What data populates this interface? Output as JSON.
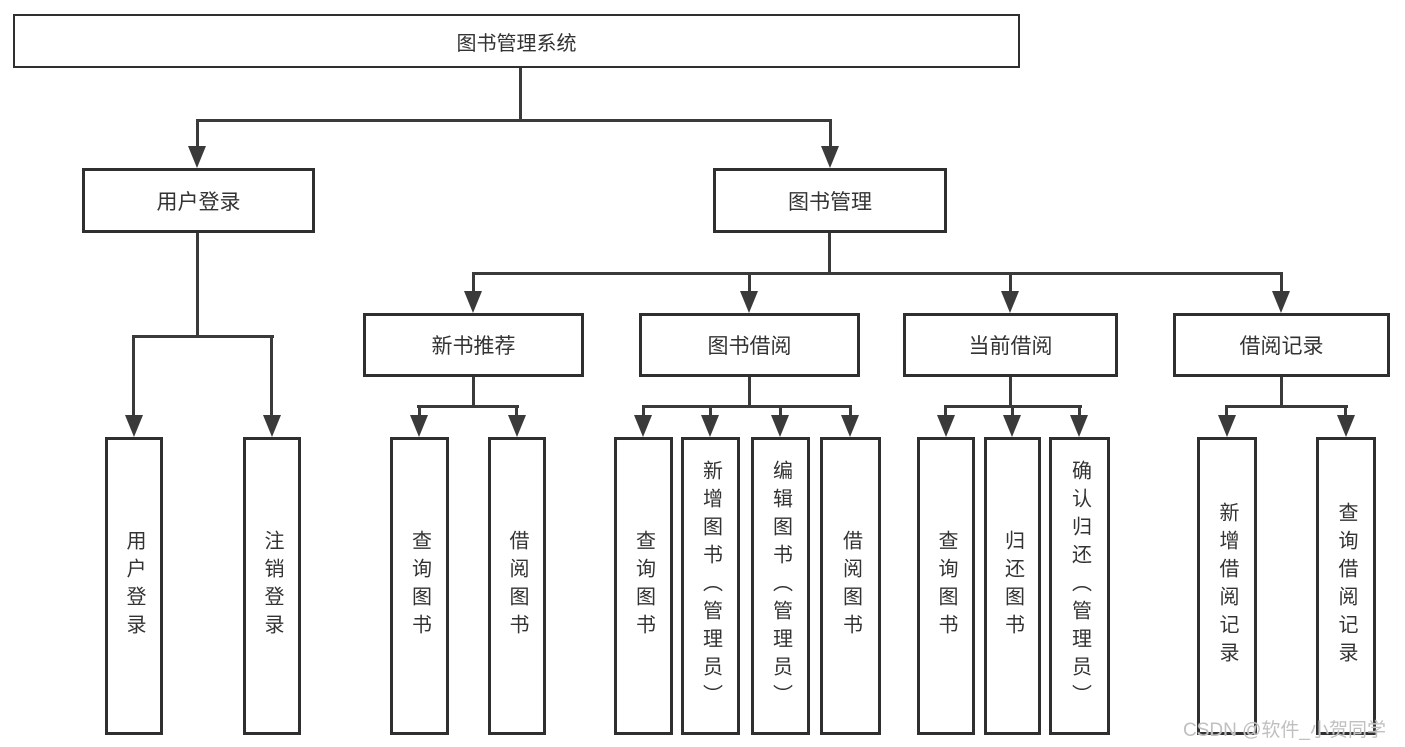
{
  "colors": {
    "background": "#ffffff",
    "line": "#3a3a3a",
    "box_border": "#2f2f2f",
    "text": "#333333",
    "watermark": "#c0c0c0"
  },
  "tree": {
    "root": {
      "label": "图书管理系统"
    },
    "branches": [
      {
        "label": "用户登录",
        "children": [
          {
            "label": "用户登录"
          },
          {
            "label": "注销登录"
          }
        ]
      },
      {
        "label": "图书管理",
        "sections": [
          {
            "label": "新书推荐",
            "children": [
              {
                "label": "查询图书"
              },
              {
                "label": "借阅图书"
              }
            ]
          },
          {
            "label": "图书借阅",
            "children": [
              {
                "label": "查询图书"
              },
              {
                "label": "新增图书（管理员）"
              },
              {
                "label": "编辑图书（管理员）"
              },
              {
                "label": "借阅图书"
              }
            ]
          },
          {
            "label": "当前借阅",
            "children": [
              {
                "label": "查询图书"
              },
              {
                "label": "归还图书"
              },
              {
                "label": "确认归还（管理员）"
              }
            ]
          },
          {
            "label": "借阅记录",
            "children": [
              {
                "label": "新增借阅记录"
              },
              {
                "label": "查询借阅记录"
              }
            ]
          }
        ]
      }
    ]
  },
  "watermark": {
    "text": "CSDN @软件_小贺同学"
  }
}
